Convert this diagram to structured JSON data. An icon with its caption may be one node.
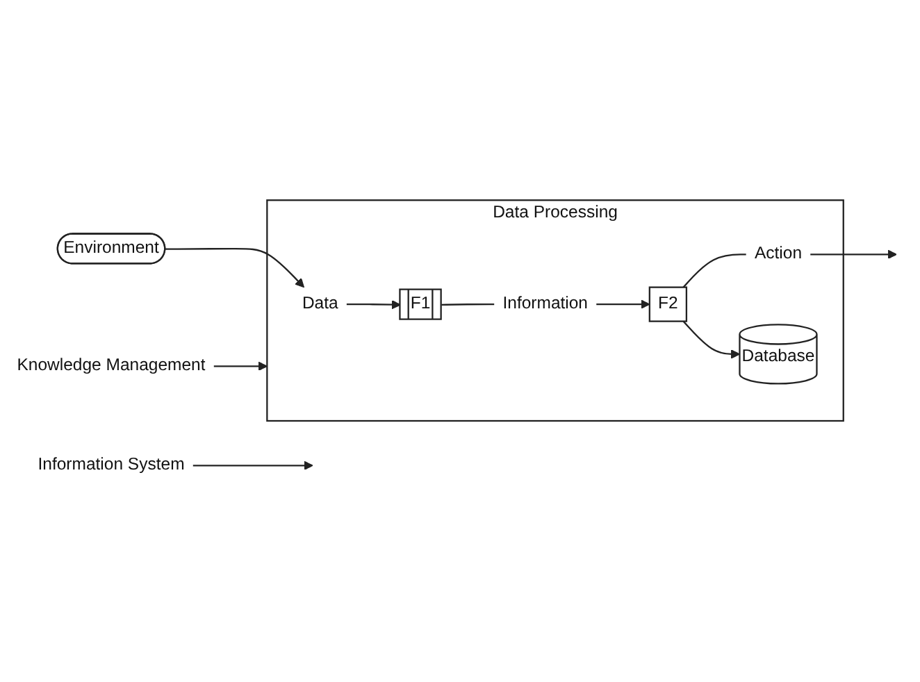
{
  "diagram": {
    "nodes": [
      {
        "text": [
          "Data Processing"
        ]
      },
      {
        "text": [
          "Environment"
        ]
      },
      {
        "text": [
          "Data"
        ],
        "in": 0
      },
      {
        "text": [
          "F1"
        ],
        "in": 0
      },
      {
        "text": [
          "Information"
        ],
        "in": 0
      },
      {
        "text": [
          "F2"
        ],
        "in": 0
      },
      {
        "text": [
          "Action"
        ],
        "in": 0
      },
      {
        "text": [
          "Database"
        ],
        "in": 0
      },
      {
        "text": [
          "Knowledge Management"
        ]
      },
      {
        "text": [
          "Information System"
        ]
      }
    ],
    "edges": [
      {
        "from": 1,
        "to": 2,
        "arrow": "to"
      },
      {
        "from": 2,
        "to": 3,
        "arrow": "to"
      },
      {
        "from": 3,
        "to": 4,
        "arrow": "none"
      },
      {
        "from": 4,
        "to": 5,
        "arrow": "to"
      },
      {
        "from": 5,
        "to": 6,
        "arrow": "none"
      },
      {
        "from": 6,
        "to": null,
        "arrow": "to"
      },
      {
        "from": 5,
        "to": 7,
        "arrow": "to"
      },
      {
        "from": 8,
        "to": 0,
        "arrow": "to"
      },
      {
        "from": 9,
        "to": null,
        "arrow": "to"
      }
    ]
  }
}
